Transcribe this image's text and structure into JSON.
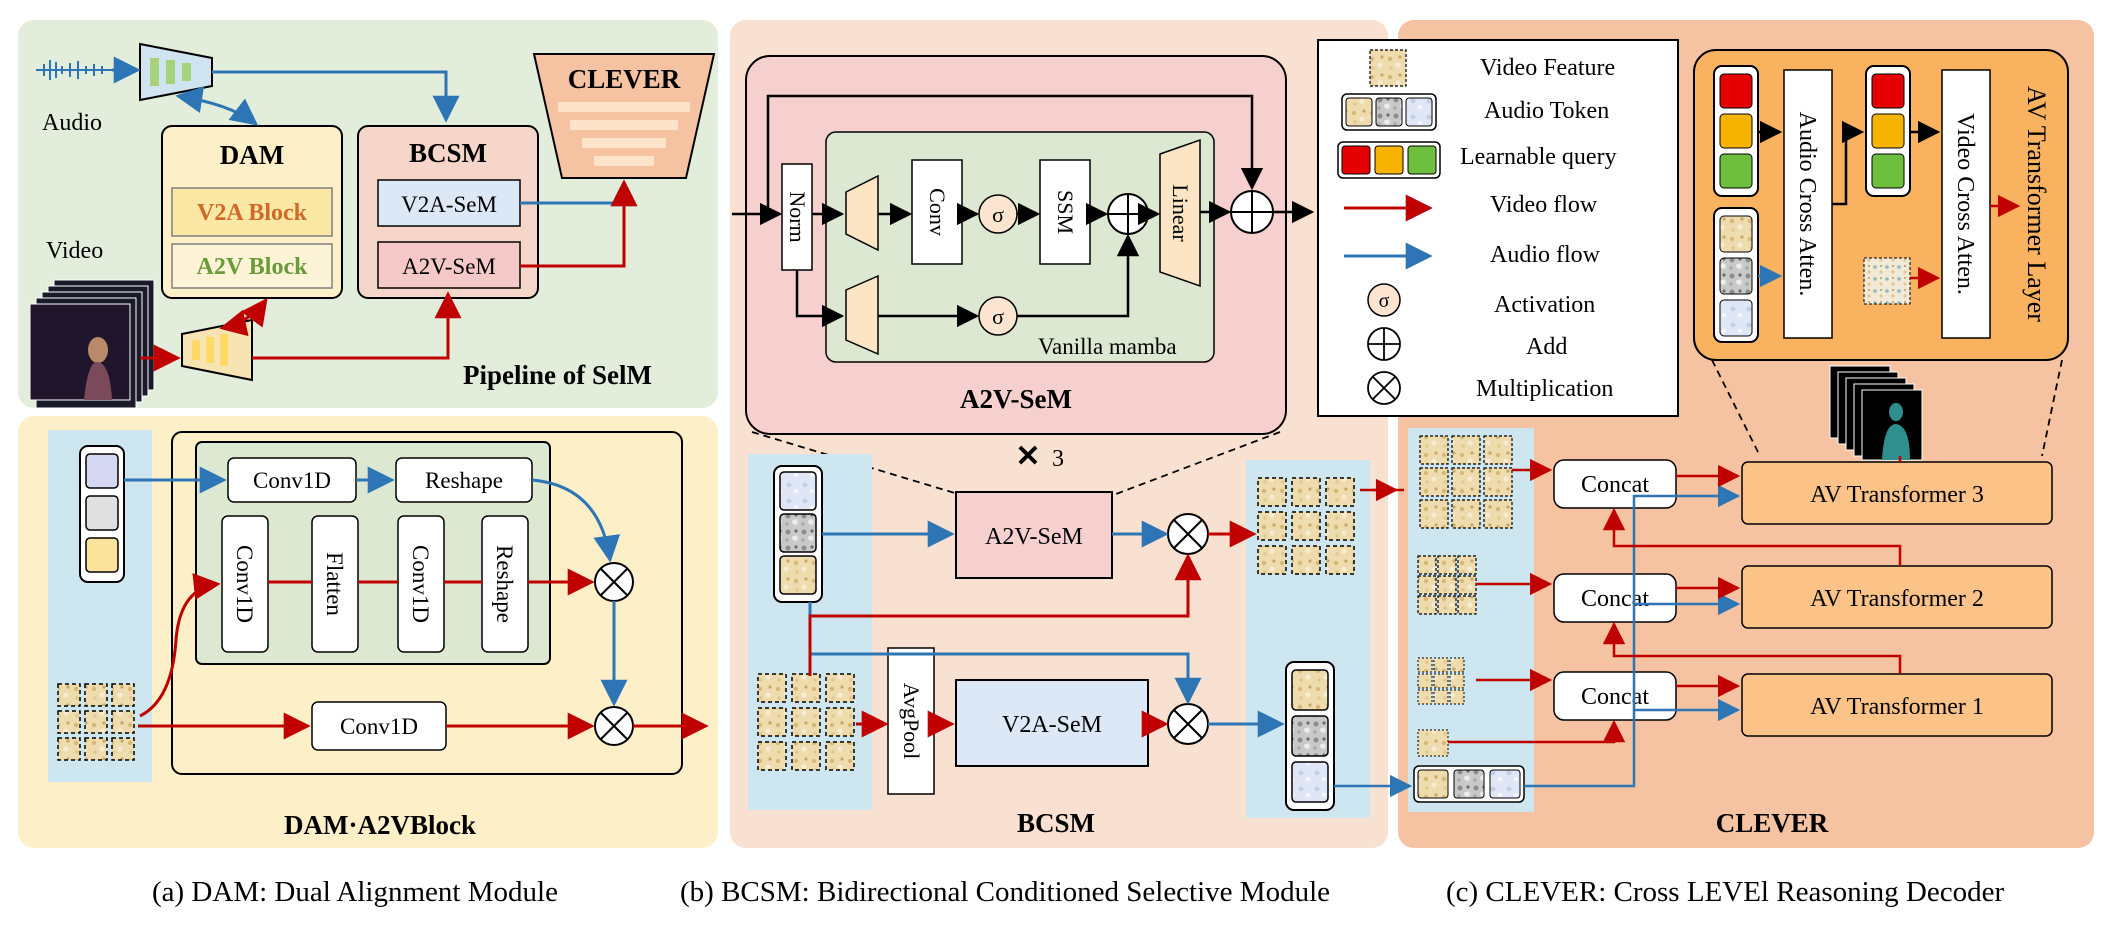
{
  "captions": {
    "a": "(a) DAM: Dual Alignment Module",
    "b": "(b) BCSM: Bidirectional Conditioned Selective Module",
    "c": "(c) CLEVER: Cross LEVEl Reasoning Decoder"
  },
  "pipeline": {
    "title": "Pipeline of SelM",
    "audio_label": "Audio",
    "video_label": "Video",
    "dam_title": "DAM",
    "v2a_block": "V2A Block",
    "a2v_block": "A2V Block",
    "bcsm_title": "BCSM",
    "v2a_sem": "V2A-SeM",
    "a2v_sem": "A2V-SeM",
    "clever_title": "CLEVER"
  },
  "dam_block": {
    "title": "DAM·A2VBlock",
    "conv1d": "Conv1D",
    "reshape": "Reshape",
    "flatten": "Flatten",
    "conv1d_bottom": "Conv1D"
  },
  "a2v_sem_detail": {
    "title": "A2V-SeM",
    "norm": "Norm",
    "conv": "Conv",
    "sigma": "σ",
    "ssm": "SSM",
    "linear": "Linear",
    "vanilla": "Vanilla mamba",
    "repeat": "3"
  },
  "bcsm": {
    "title": "BCSM",
    "a2v_sem": "A2V-SeM",
    "v2a_sem": "V2A-SeM",
    "avgpool": "AvgPool"
  },
  "legend": {
    "video_feature": "Video Feature",
    "audio_token": "Audio Token",
    "learnable_query": "Learnable query",
    "video_flow": "Video flow",
    "audio_flow": "Audio flow",
    "activation": "Activation",
    "add": "Add",
    "multiplication": "Multiplication",
    "sigma": "σ"
  },
  "av_layer": {
    "title": "AV Transformer Layer",
    "audio_cross": "Audio Cross Atten.",
    "video_cross": "Video Cross Atten."
  },
  "clever": {
    "title": "CLEVER",
    "concat": "Concat",
    "av1": "AV Transformer 1",
    "av2": "AV Transformer 2",
    "av3": "AV Transformer 3"
  },
  "colors": {
    "green_panel": "#e2eedb",
    "yellow_panel": "#fdf0c8",
    "peach_panel": "#f9e1d2",
    "orange_panel": "#f5c3a1",
    "pink_box": "#f6cfcf",
    "light_blue": "#cde6ef",
    "video_flow": "#c00000",
    "audio_flow": "#2e75b6",
    "av_box": "#fbc387"
  }
}
